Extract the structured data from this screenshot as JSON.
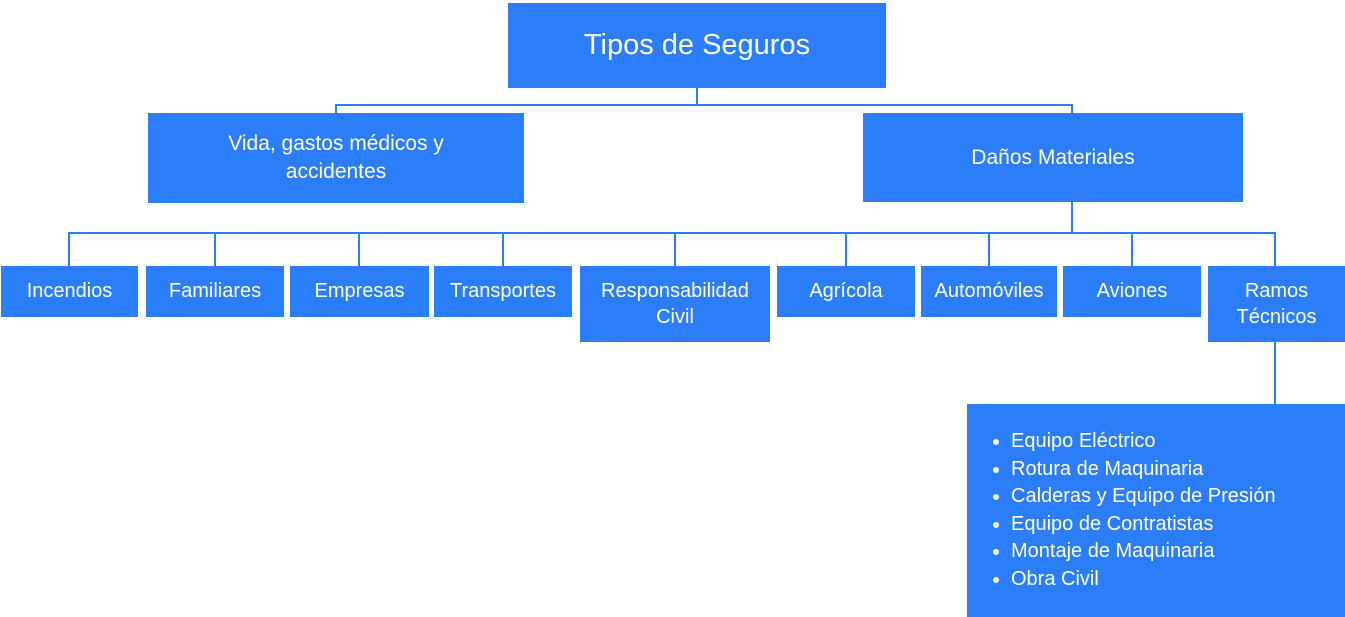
{
  "diagram": {
    "title": "Tipos de Seguros",
    "level2": {
      "vida": "Vida, gastos médicos y accidentes",
      "danos": "Daños Materiales"
    },
    "level3": [
      "Incendios",
      "Familiares",
      "Empresas",
      "Transportes",
      "Responsabilidad Civil",
      "Agrícola",
      "Automóviles",
      "Aviones",
      "Ramos Técnicos"
    ],
    "ramos_tecnicos_items": [
      "Equipo Eléctrico",
      "Rotura de Maquinaria",
      "Calderas y Equipo de Presión",
      "Equipo de Contratistas",
      "Montaje de Maquinaria",
      "Obra Civil"
    ],
    "colors": {
      "box_fill": "#2C7DF8",
      "connector": "#2C7DF8",
      "text": "#FFFFFF",
      "background": "#FFFFFF"
    }
  }
}
